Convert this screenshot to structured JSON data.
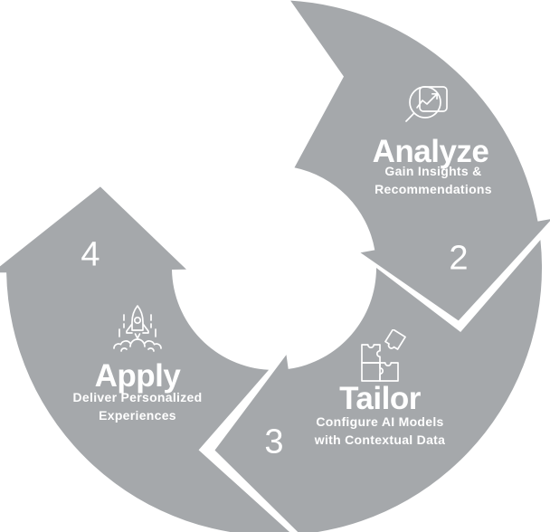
{
  "diagram": {
    "type": "cycle-process-diagram",
    "colors": {
      "arrow_gray": "#a5a8ab",
      "text_white": "#ffffff",
      "background": "#ffffff"
    },
    "steps": [
      {
        "number": "2",
        "title": "Analyze",
        "subtitle": "Gain Insights &\nRecommendations",
        "icon": "magnifier-chart-icon",
        "position": "top-right"
      },
      {
        "number": "3",
        "title": "Tailor",
        "subtitle": "Configure AI Models\nwith Contextual Data",
        "icon": "puzzle-pieces-icon",
        "position": "bottom-right"
      },
      {
        "number": "4",
        "title": "Apply",
        "subtitle": "Deliver Personalized\nExperiences",
        "icon": "rocket-launch-icon",
        "position": "left"
      }
    ]
  }
}
